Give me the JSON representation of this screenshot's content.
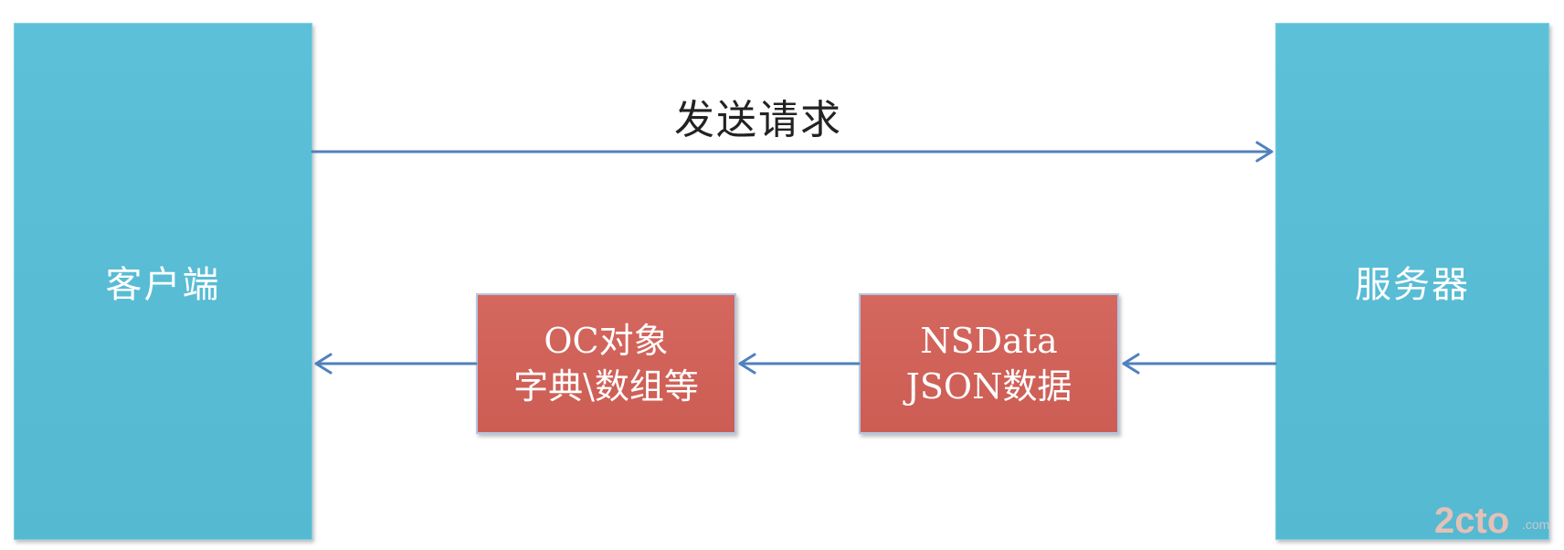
{
  "nodes": {
    "client": "客户端",
    "server": "服务器",
    "oc_object": {
      "line1": "OC对象",
      "line2": "字典\\数组等"
    },
    "ns_data": {
      "line1": "NSData",
      "line2": "JSON数据"
    }
  },
  "edges": {
    "request_label": "发送请求"
  },
  "watermark": {
    "main": "2cto",
    "sub": ".com"
  },
  "colors": {
    "node_blue": "#5cc0d8",
    "node_red": "#d4675e",
    "arrow": "#4f81bd"
  }
}
